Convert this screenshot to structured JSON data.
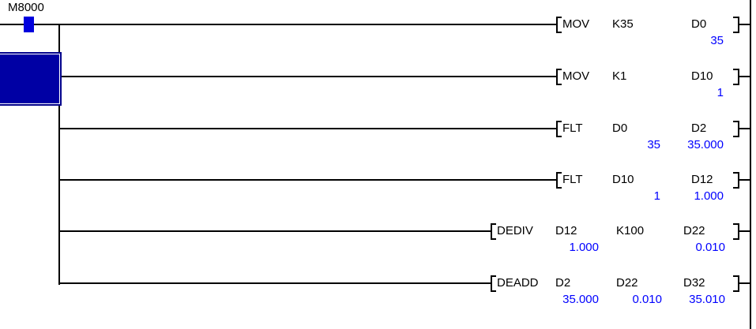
{
  "app": {
    "view": "plc-ladder-monitor"
  },
  "colors": {
    "wire": "#000000",
    "text": "#000000",
    "monitor_value": "#0000ff",
    "contact_on_fill": "#0000dd",
    "cursor_fill": "#0000a4",
    "cursor_border": "#00008b"
  },
  "contact": {
    "label": "M8000",
    "state": "on"
  },
  "rungs": [
    {
      "instruction": "MOV",
      "operands": [
        {
          "device": "K35"
        },
        {
          "device": "D0",
          "value": "35"
        }
      ]
    },
    {
      "instruction": "MOV",
      "operands": [
        {
          "device": "K1"
        },
        {
          "device": "D10",
          "value": "1"
        }
      ]
    },
    {
      "instruction": "FLT",
      "operands": [
        {
          "device": "D0",
          "value": "35"
        },
        {
          "device": "D2",
          "value": "35.000"
        }
      ]
    },
    {
      "instruction": "FLT",
      "operands": [
        {
          "device": "D10",
          "value": "1"
        },
        {
          "device": "D12",
          "value": "1.000"
        }
      ]
    },
    {
      "instruction": "DEDIV",
      "operands": [
        {
          "device": "D12",
          "value": "1.000"
        },
        {
          "device": "K100"
        },
        {
          "device": "D22",
          "value": "0.010"
        }
      ]
    },
    {
      "instruction": "DEADD",
      "operands": [
        {
          "device": "D2",
          "value": "35.000"
        },
        {
          "device": "D22",
          "value": "0.010"
        },
        {
          "device": "D32",
          "value": "35.010"
        }
      ]
    }
  ]
}
